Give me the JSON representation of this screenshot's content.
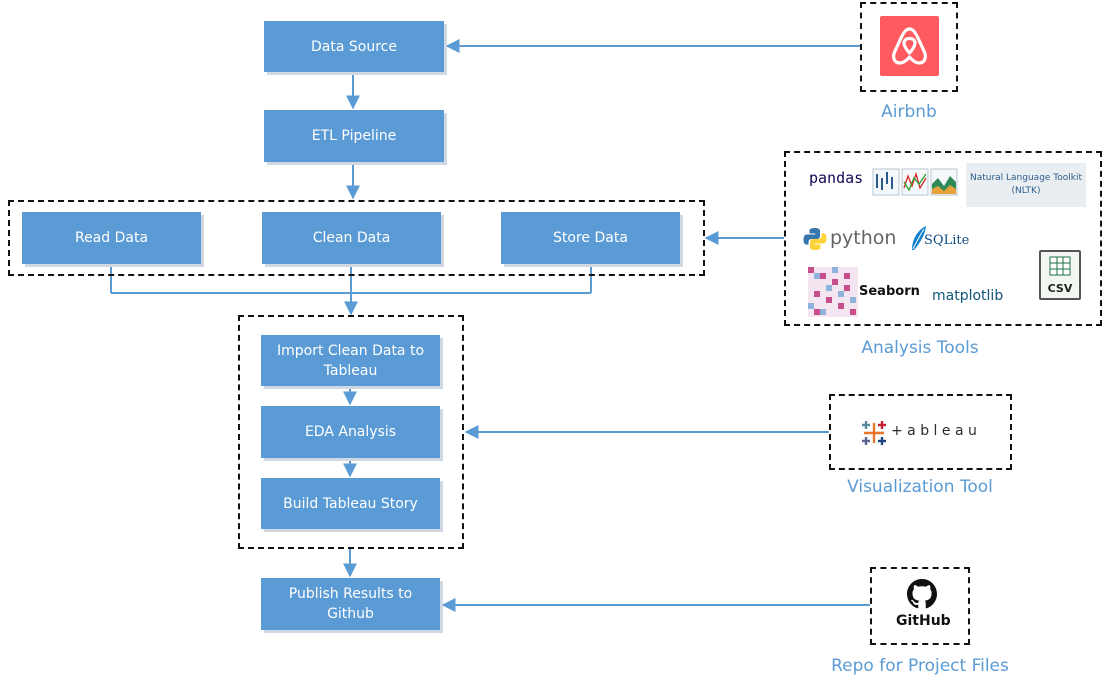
{
  "nodes": {
    "data_source": "Data Source",
    "etl_pipeline": "ETL Pipeline",
    "read_data": "Read Data",
    "clean_data": "Clean Data",
    "store_data": "Store Data",
    "import_clean": "Import Clean Data to Tableau",
    "eda_analysis": "EDA Analysis",
    "build_story": "Build Tableau Story",
    "publish_results": "Publish Results to Github"
  },
  "sources": {
    "airbnb": {
      "caption": "Airbnb",
      "logo": "airbnb-logo-icon",
      "color": "#ff5a5f"
    },
    "analysis_tools": {
      "caption": "Analysis Tools",
      "logos": {
        "pandas": "pandas",
        "nltk": "Natural Language Toolkit (NLTK)",
        "python": "python",
        "sqlite": "SQLite",
        "seaborn": "Seaborn",
        "matplotlib": "matplotlib",
        "csv": "CSV"
      }
    },
    "visualization_tool": {
      "caption": "Visualization Tool",
      "logo_text": "+ a b l e a u"
    },
    "repo": {
      "caption": "Repo for Project Files",
      "logo_text": "GitHub"
    }
  },
  "colors": {
    "box": "#5b9bd5",
    "caption": "#5b9bd5",
    "connector": "#5b9bd5"
  }
}
